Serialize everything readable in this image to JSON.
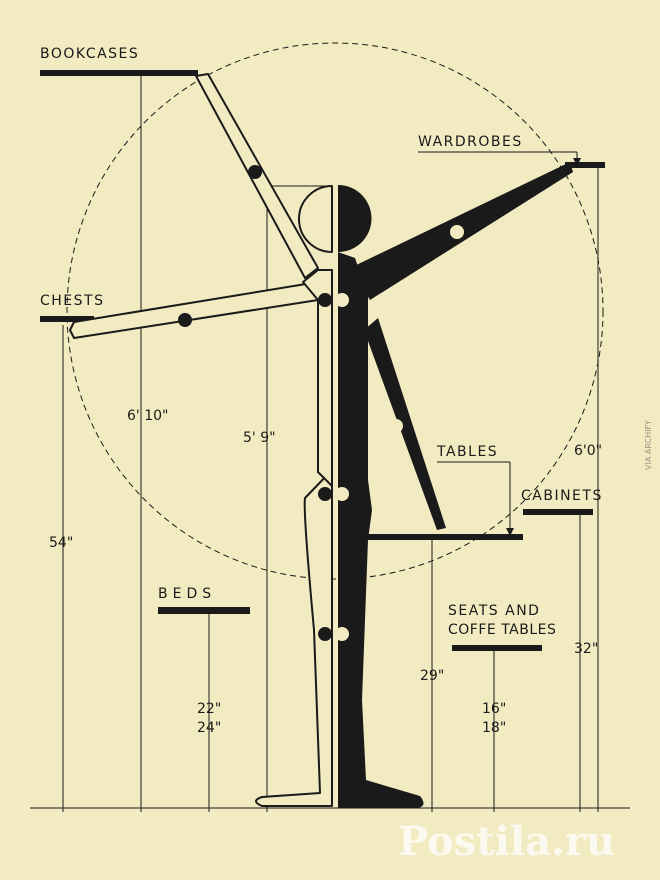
{
  "colors": {
    "background": "#f2ebc2",
    "ink": "#1a1a1a",
    "figure_light": "#f2ebc2"
  },
  "labels": {
    "bookcases": "BOOKCASES",
    "wardrobes": "WARDROBES",
    "chests": "CHESTS",
    "tables": "TABLES",
    "cabinets": "CABINETS",
    "beds": "BEDS",
    "seats_line1": "SEATS AND",
    "seats_line2": "COFFE TABLES"
  },
  "dimensions": {
    "bookcases": "6' 10\"",
    "head": "5' 9\"",
    "wardrobes": "6'0\"",
    "chests": "54\"",
    "tables": "29\"",
    "cabinets": "32\"",
    "beds_1": "22\"",
    "beds_2": "24\"",
    "seats_1": "16\"",
    "seats_2": "18\""
  },
  "watermark": "VIA ARCHIFY",
  "logo": "Postila.ru"
}
